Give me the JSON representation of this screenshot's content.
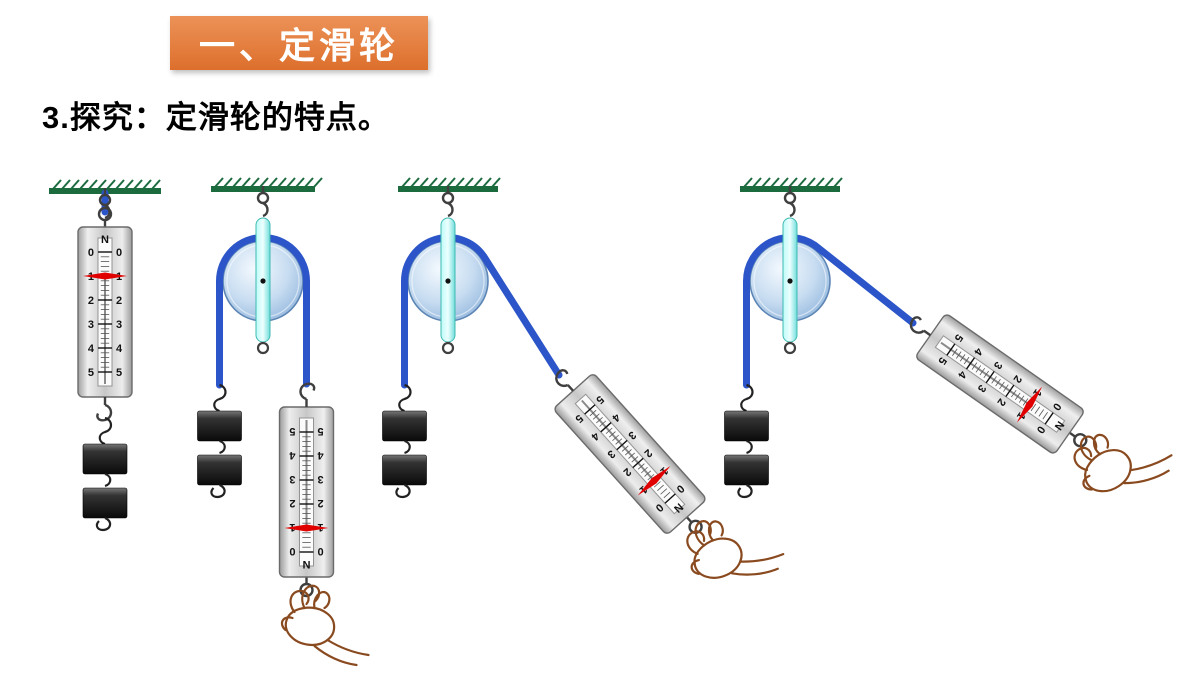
{
  "slide": {
    "title": "一、定滑轮",
    "subtitle": "3.探究：定滑轮的特点。"
  },
  "banner": {
    "bg_top": "#EC9258",
    "bg_bottom": "#DD6F2C",
    "text_color": "#FFFFFF"
  },
  "colors": {
    "ceiling": "#1B6B3F",
    "rope": "#2B55C8",
    "pulley_stroke": "#5E86B5",
    "bracket_stroke": "#3FB9B2",
    "scale_slot": "#FBFBFB",
    "pointer": "#E00000",
    "metal": "#3F3F3F",
    "hand": "#8A4A1F"
  },
  "spring_scale": {
    "unit": "N",
    "ticks": [
      "0",
      "1",
      "2",
      "3",
      "4",
      "5"
    ],
    "reading": 1
  },
  "setups": [
    {
      "name": "direct-hang",
      "pulley": false,
      "weights": 2,
      "scale_rotation": 0
    },
    {
      "name": "fixed-pulley-vertical-pull",
      "pulley": true,
      "weights": 2,
      "scale_rotation": 180
    },
    {
      "name": "fixed-pulley-diagonal-pull",
      "pulley": true,
      "weights": 2,
      "scale_rotation": 138
    },
    {
      "name": "fixed-pulley-shallow-pull",
      "pulley": true,
      "weights": 2,
      "scale_rotation": 125
    }
  ]
}
